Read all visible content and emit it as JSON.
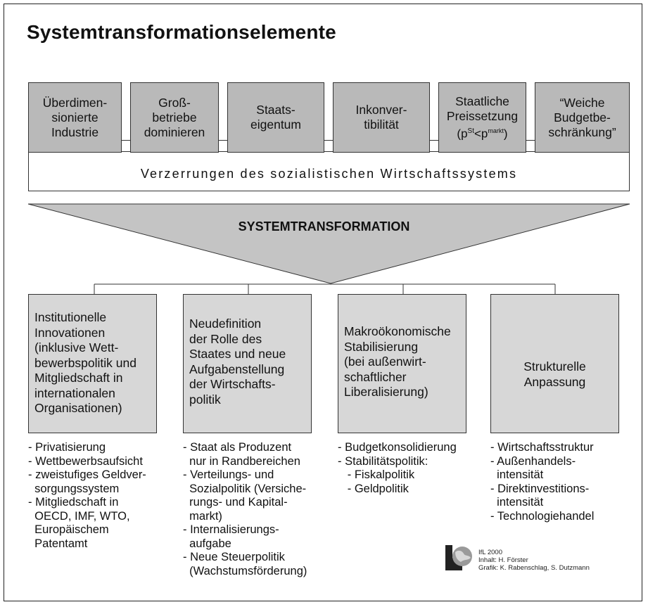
{
  "title": "Systemtransformationselemente",
  "top_boxes": [
    "Überdimen-\nsionierte\nIndustrie",
    "Groß-\nbetriebe\ndominieren",
    "Staats-\neigentum",
    "Inkonver-\ntibilität",
    "Staatliche\nPreissetzung",
    "“Weiche\nBudgetbe-\nschränkung”"
  ],
  "price_formula": {
    "open": "(p",
    "sup1": "St",
    "mid": "<p",
    "sup2": "markt",
    "close": ")"
  },
  "band_label": "Verzerrungen des sozialistischen Wirtschaftssystems",
  "transformation_label": "SYSTEMTRANSFORMATION",
  "bottom_boxes": [
    "Institutionelle\nInnovationen\n(inklusive Wett-\nbewerbspolitik und\nMitgliedschaft in\ninternationalen\nOrganisationen)",
    "Neudefinition\nder Rolle des\nStaates und neue\nAufgabenstellung\nder Wirtschafts-\npolitik",
    "Makroökonomische\nStabilisierung\n(bei außenwirt-\nschaftlicher\nLiberalisierung)",
    "Strukturelle\nAnpassung"
  ],
  "lists": [
    [
      "- Privatisierung",
      "- Wettbewerbsaufsicht",
      "- zweistufiges Geldver-",
      "  sorgungssystem",
      "- Mitgliedschaft in",
      "  OECD, IMF, WTO,",
      "  Europäischem",
      "  Patentamt"
    ],
    [
      "- Staat als Produzent",
      "  nur in Randbereichen",
      "- Verteilungs- und",
      "  Sozialpolitik (Versiche-",
      "  rungs- und Kapital-",
      "  markt)",
      "- Internalisierungs-",
      "  aufgabe",
      "- Neue Steuerpolitik",
      "  (Wachstumsförderung)"
    ],
    [
      "- Budgetkonsolidierung",
      "- Stabilitätspolitik:",
      "   - Fiskalpolitik",
      "   - Geldpolitik"
    ],
    [
      "- Wirtschaftsstruktur",
      "- Außenhandels-",
      "  intensität",
      "- Direktinvestitions-",
      "  intensität",
      "- Technologiehandel"
    ]
  ],
  "credits": {
    "line1": "IfL 2000",
    "line2": "Inhalt: H. Förster",
    "line3": "Grafik: K. Rabenschlag, S. Dutzmann"
  },
  "colors": {
    "dark_box": "#b9b9b9",
    "light_box": "#d7d7d7",
    "arrow": "#c4c4c4",
    "line": "#333333"
  }
}
